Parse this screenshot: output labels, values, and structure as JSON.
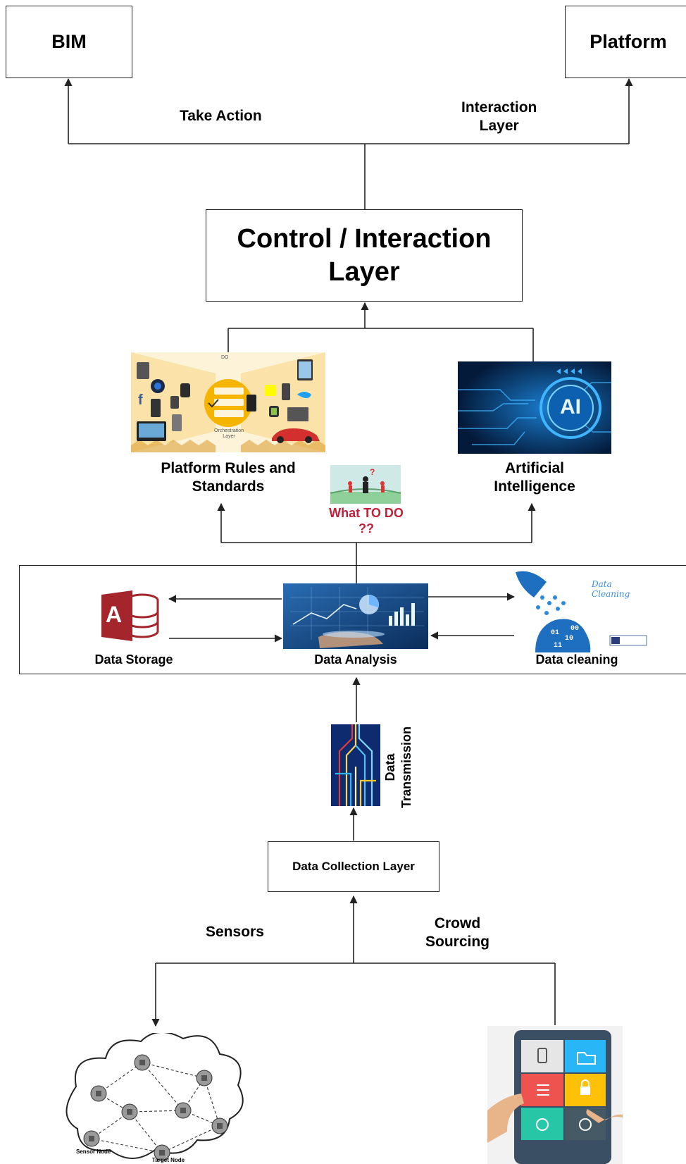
{
  "top": {
    "bim": "BIM",
    "platform": "Platform",
    "take_action": "Take Action",
    "interaction_layer": "Interaction\nLayer"
  },
  "control": {
    "title": "Control / Interaction\nLayer"
  },
  "middle": {
    "platform_rules": "Platform Rules and\nStandards",
    "ai": "Artificial\nIntelligence",
    "ai_badge": "AI",
    "what_to_do": "What TO DO\n??",
    "center_label": "DO",
    "center_sub": "Orchestration\nLayer"
  },
  "data_band": {
    "storage": "Data Storage",
    "analysis": "Data Analysis",
    "cleaning": "Data cleaning",
    "cleaning_caption": "Data Cleaning",
    "access_letter": "A"
  },
  "transmission": {
    "label": "Data\nTransmission"
  },
  "collection": {
    "layer": "Data Collection Layer",
    "sensors": "Sensors",
    "crowd": "Crowd\nSourcing",
    "sensor_node": "Sensor Node",
    "target_node": "Target Node"
  },
  "colors": {
    "line": "#222222",
    "what_to_do": "#c0213a",
    "ai_blue": "#0a3d7a",
    "access_red": "#a4262c"
  }
}
